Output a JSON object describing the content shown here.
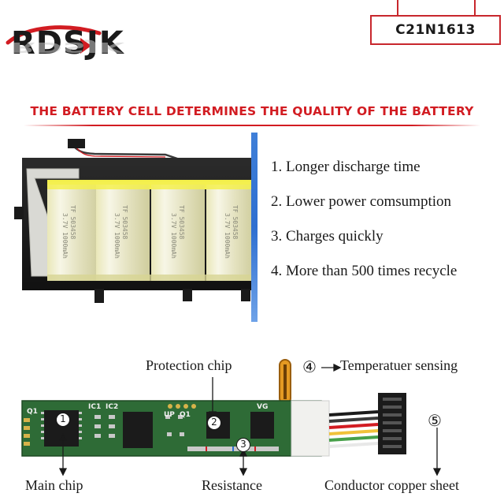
{
  "brand": {
    "logo_text": "RDSJK"
  },
  "model": {
    "code": "C21N1613"
  },
  "headline": {
    "text": "THE BATTERY CELL DETERMINES THE QUALITY OF THE BATTERY"
  },
  "features": [
    "1. Longer discharge time",
    "2. Lower power comsumption",
    "3. Charges quickly",
    "4. More than 500 times recycle"
  ],
  "battery_cells": {
    "cell_text_a": "TF 503458",
    "cell_text_b": "3.7V 1000mAh"
  },
  "pcb": {
    "silk_ic1": "IC1",
    "silk_ic2": "IC2",
    "silk_up": "UP",
    "silk_q1": "Q1",
    "silk_vg": "VG",
    "silk_q1b": "Q1"
  },
  "callouts": {
    "protection_chip": "Protection chip",
    "temperature_sensing": "Temperatuer sensing",
    "main_chip": "Main chip",
    "resistance": "Resistance",
    "conductor_copper_sheet": "Conductor copper sheet",
    "num_1": "1",
    "num_2": "2",
    "num_3": "3",
    "num_4": "④",
    "num_5": "⑤"
  },
  "colors": {
    "brand_red": "#d21c22",
    "accent_blue": "#2f6fd0",
    "pcb_green": "#2e6b36",
    "cell_yellow": "#f2ee4a"
  }
}
